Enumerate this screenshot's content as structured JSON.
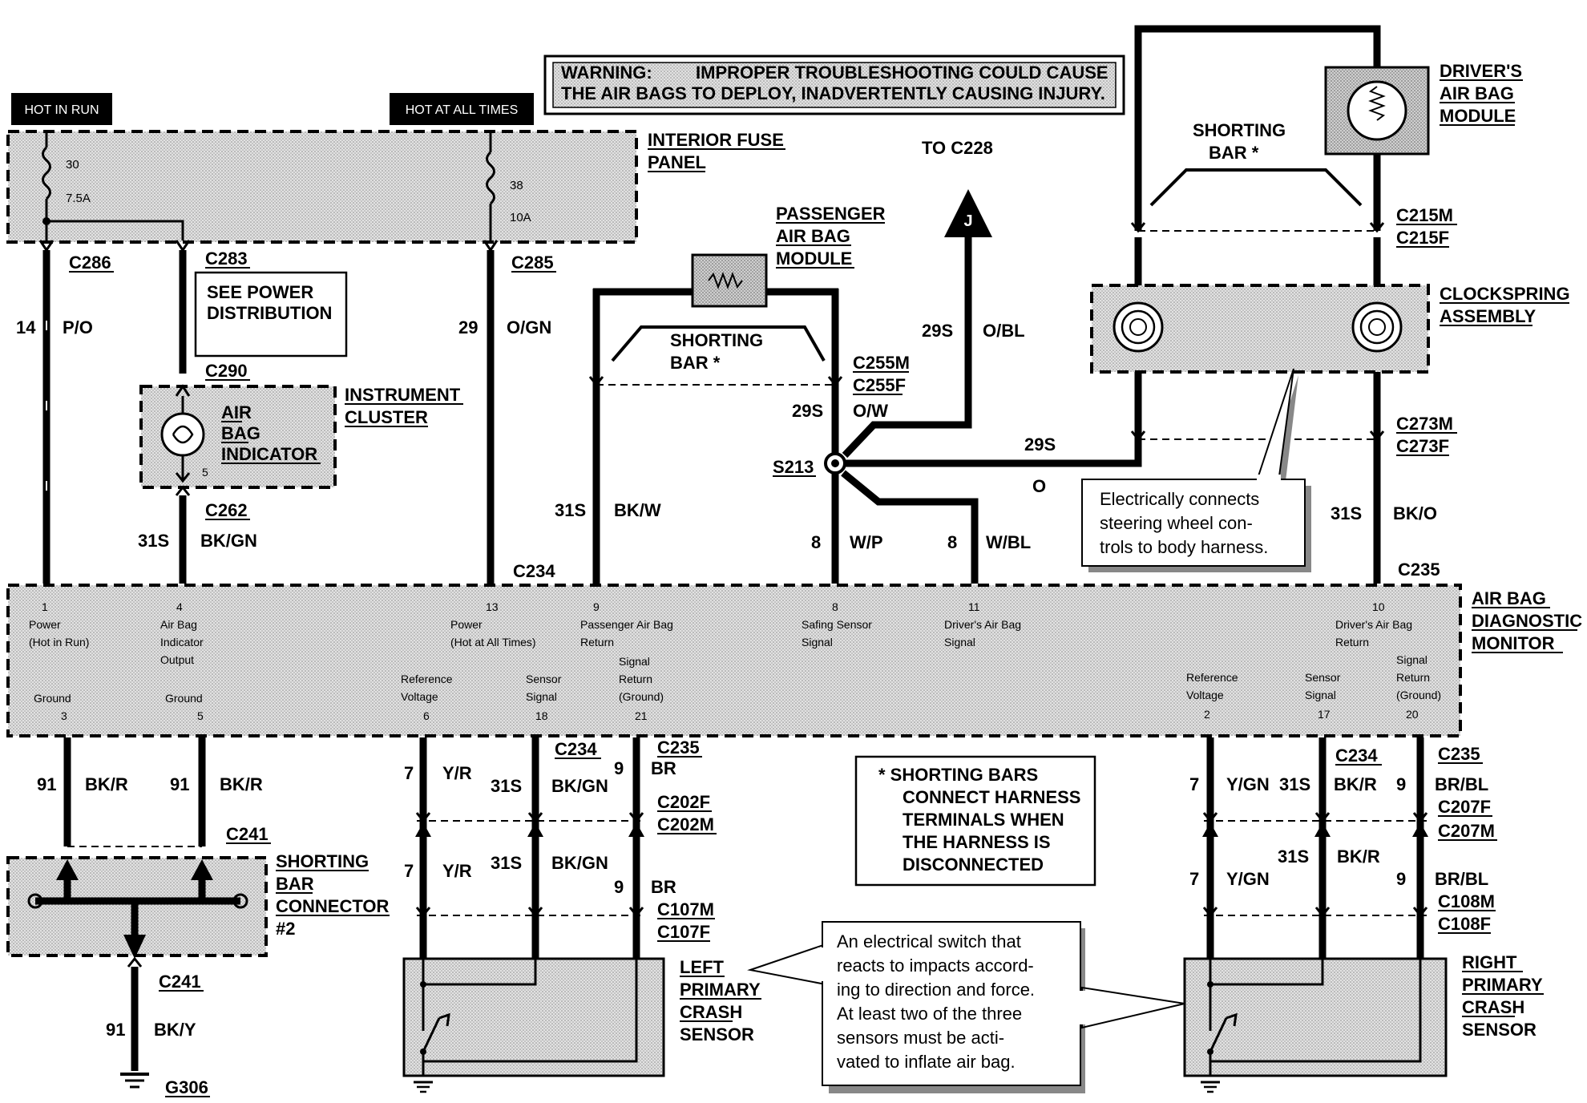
{
  "warning": {
    "line1_prefix": "WARNING:",
    "line1": "IMPROPER TROUBLESHOOTING COULD CAUSE",
    "line2": "THE AIR BAGS TO DEPLOY, INADVERTENTLY CAUSING INJURY."
  },
  "power_tags": {
    "hot_in_run": "HOT IN RUN",
    "hot_at_all_times": "HOT AT ALL TIMES"
  },
  "fuse_panel": {
    "label_line1": "INTERIOR FUSE",
    "label_line2": "PANEL",
    "fuse1_num": "30",
    "fuse1_amp": "7.5A",
    "fuse2_num": "38",
    "fuse2_amp": "10A"
  },
  "connectors": {
    "c286": "C286",
    "c283": "C283",
    "c285": "C285",
    "c290": "C290",
    "c262": "C262",
    "c234_top": "C234",
    "c235_top": "C235",
    "c228": "TO C228",
    "c255m": "C255M",
    "c255f": "C255F",
    "s213": "S213",
    "c215m": "C215M",
    "c215f": "C215F",
    "c273m": "C273M",
    "c273f": "C273F",
    "c241a": "C241",
    "c241b": "C241",
    "g306": "G306",
    "c234_l": "C234",
    "c235_l": "C235",
    "c202f": "C202F",
    "c202m": "C202M",
    "c107m": "C107M",
    "c107f": "C107F",
    "c234_r": "C234",
    "c235_r": "C235",
    "c207f": "C207F",
    "c207m": "C207M",
    "c108m": "C108M",
    "c108f": "C108F",
    "j": "J"
  },
  "power_distribution": {
    "line1": "SEE POWER",
    "line2": "DISTRIBUTION"
  },
  "instrument_cluster": {
    "label_line1": "INSTRUMENT",
    "label_line2": "CLUSTER",
    "indicator_line1": "AIR",
    "indicator_line2": "BAG",
    "indicator_line3": "INDICATOR",
    "pin": "5"
  },
  "passenger_module": {
    "line1": "PASSENGER",
    "line2": "AIR BAG",
    "line3": "MODULE",
    "shorting1": "SHORTING",
    "shorting2": "BAR *"
  },
  "driver_module": {
    "line1": "DRIVER'S",
    "line2": "AIR BAG",
    "line3": "MODULE",
    "shorting1": "SHORTING",
    "shorting2": "BAR *"
  },
  "clockspring": {
    "line1": "CLOCKSPRING",
    "line2": "ASSEMBLY"
  },
  "clockspring_note": {
    "line1": "Electrically connects",
    "line2": "steering wheel con-",
    "line3": "trols to body harness."
  },
  "wires": {
    "w14": "14",
    "w14c": "P/O",
    "w31a": "31S",
    "w31ac": "BK/GN",
    "w29": "29",
    "w29c": "O/GN",
    "w29s_a": "29S",
    "w29s_ac": "O/BL",
    "w29s_b": "29S",
    "w29s_bc": "O/W",
    "w29s_c": "29S",
    "w29s_cc": "O",
    "w31s_p": "31S",
    "w31s_pc": "BK/W",
    "w8a": "8",
    "w8ac": "W/P",
    "w8b": "8",
    "w8bc": "W/BL",
    "w31s_d": "31S",
    "w31s_dc": "BK/O",
    "w91a": "91",
    "w91ac": "BK/R",
    "w91b": "91",
    "w91bc": "BK/R",
    "w91c": "91",
    "w91cc": "BK/Y",
    "lw7a": "7",
    "lw7ac": "Y/R",
    "lw31a": "31S",
    "lw31ac": "BK/GN",
    "lw9a": "9",
    "lw9ac": "BR",
    "lw7b": "7",
    "lw7bc": "Y/R",
    "lw31b": "31S",
    "lw31bc": "BK/GN",
    "lw9b": "9",
    "lw9bc": "BR",
    "rw7a": "7",
    "rw7ac": "Y/GN",
    "rw31a": "31S",
    "rw31ac": "BK/R",
    "rw9a": "9",
    "rw9ac": "BR/BL",
    "rw7b": "7",
    "rw7bc": "Y/GN",
    "rw31b": "31S",
    "rw31bc": "BK/R",
    "rw9b": "9",
    "rw9bc": "BR/BL"
  },
  "monitor": {
    "label_line1": "AIR BAG",
    "label_line2": "DIAGNOSTIC",
    "label_line3": "MONITOR",
    "p1": "1",
    "p1a": "Power",
    "p1b": "(Hot in Run)",
    "p4": "4",
    "p4a": "Air Bag",
    "p4b": "Indicator",
    "p4c": "Output",
    "p13": "13",
    "p13a": "Power",
    "p13b": "(Hot at All Times)",
    "p9": "9",
    "p9a": "Passenger Air Bag",
    "p9b": "Return",
    "p8": "8",
    "p8a": "Safing Sensor",
    "p8b": "Signal",
    "p11": "11",
    "p11a": "Driver's Air Bag",
    "p11b": "Signal",
    "p10": "10",
    "p10a": "Driver's Air Bag",
    "p10b": "Return",
    "p3": "3",
    "p3a": "Ground",
    "p5": "5",
    "p5a": "Ground",
    "p6": "6",
    "p6a": "Reference",
    "p6b": "Voltage",
    "p18": "18",
    "p18a": "Sensor",
    "p18b": "Signal",
    "p21": "21",
    "p21a": "Signal",
    "p21b": "Return",
    "p21c": "(Ground)",
    "p2": "2",
    "p2a": "Reference",
    "p2b": "Voltage",
    "p17": "17",
    "p17a": "Sensor",
    "p17b": "Signal",
    "p20": "20",
    "p20a": "Signal",
    "p20b": "Return",
    "p20c": "(Ground)"
  },
  "shorting_connector": {
    "line1": "SHORTING",
    "line2": "BAR",
    "line3": "CONNECTOR",
    "line4": "#2"
  },
  "shorting_note": {
    "line1": "*  SHORTING BARS",
    "line2": "CONNECT HARNESS",
    "line3": "TERMINALS WHEN",
    "line4": "THE HARNESS IS",
    "line5": "DISCONNECTED"
  },
  "left_sensor": {
    "line1": "LEFT",
    "line2": "PRIMARY",
    "line3": "CRASH",
    "line4": "SENSOR"
  },
  "right_sensor": {
    "line1": "RIGHT",
    "line2": "PRIMARY",
    "line3": "CRASH",
    "line4": "SENSOR"
  },
  "sensor_note": {
    "line1": "An electrical switch that",
    "line2": "reacts to impacts accord-",
    "line3": "ing to direction and force.",
    "line4": "At least two of the three",
    "line5": "sensors must be acti-",
    "line6": "vated to inflate air bag."
  },
  "colors": {
    "ink": "#000000",
    "shade": "#d4d4d4",
    "paper": "#ffffff"
  }
}
